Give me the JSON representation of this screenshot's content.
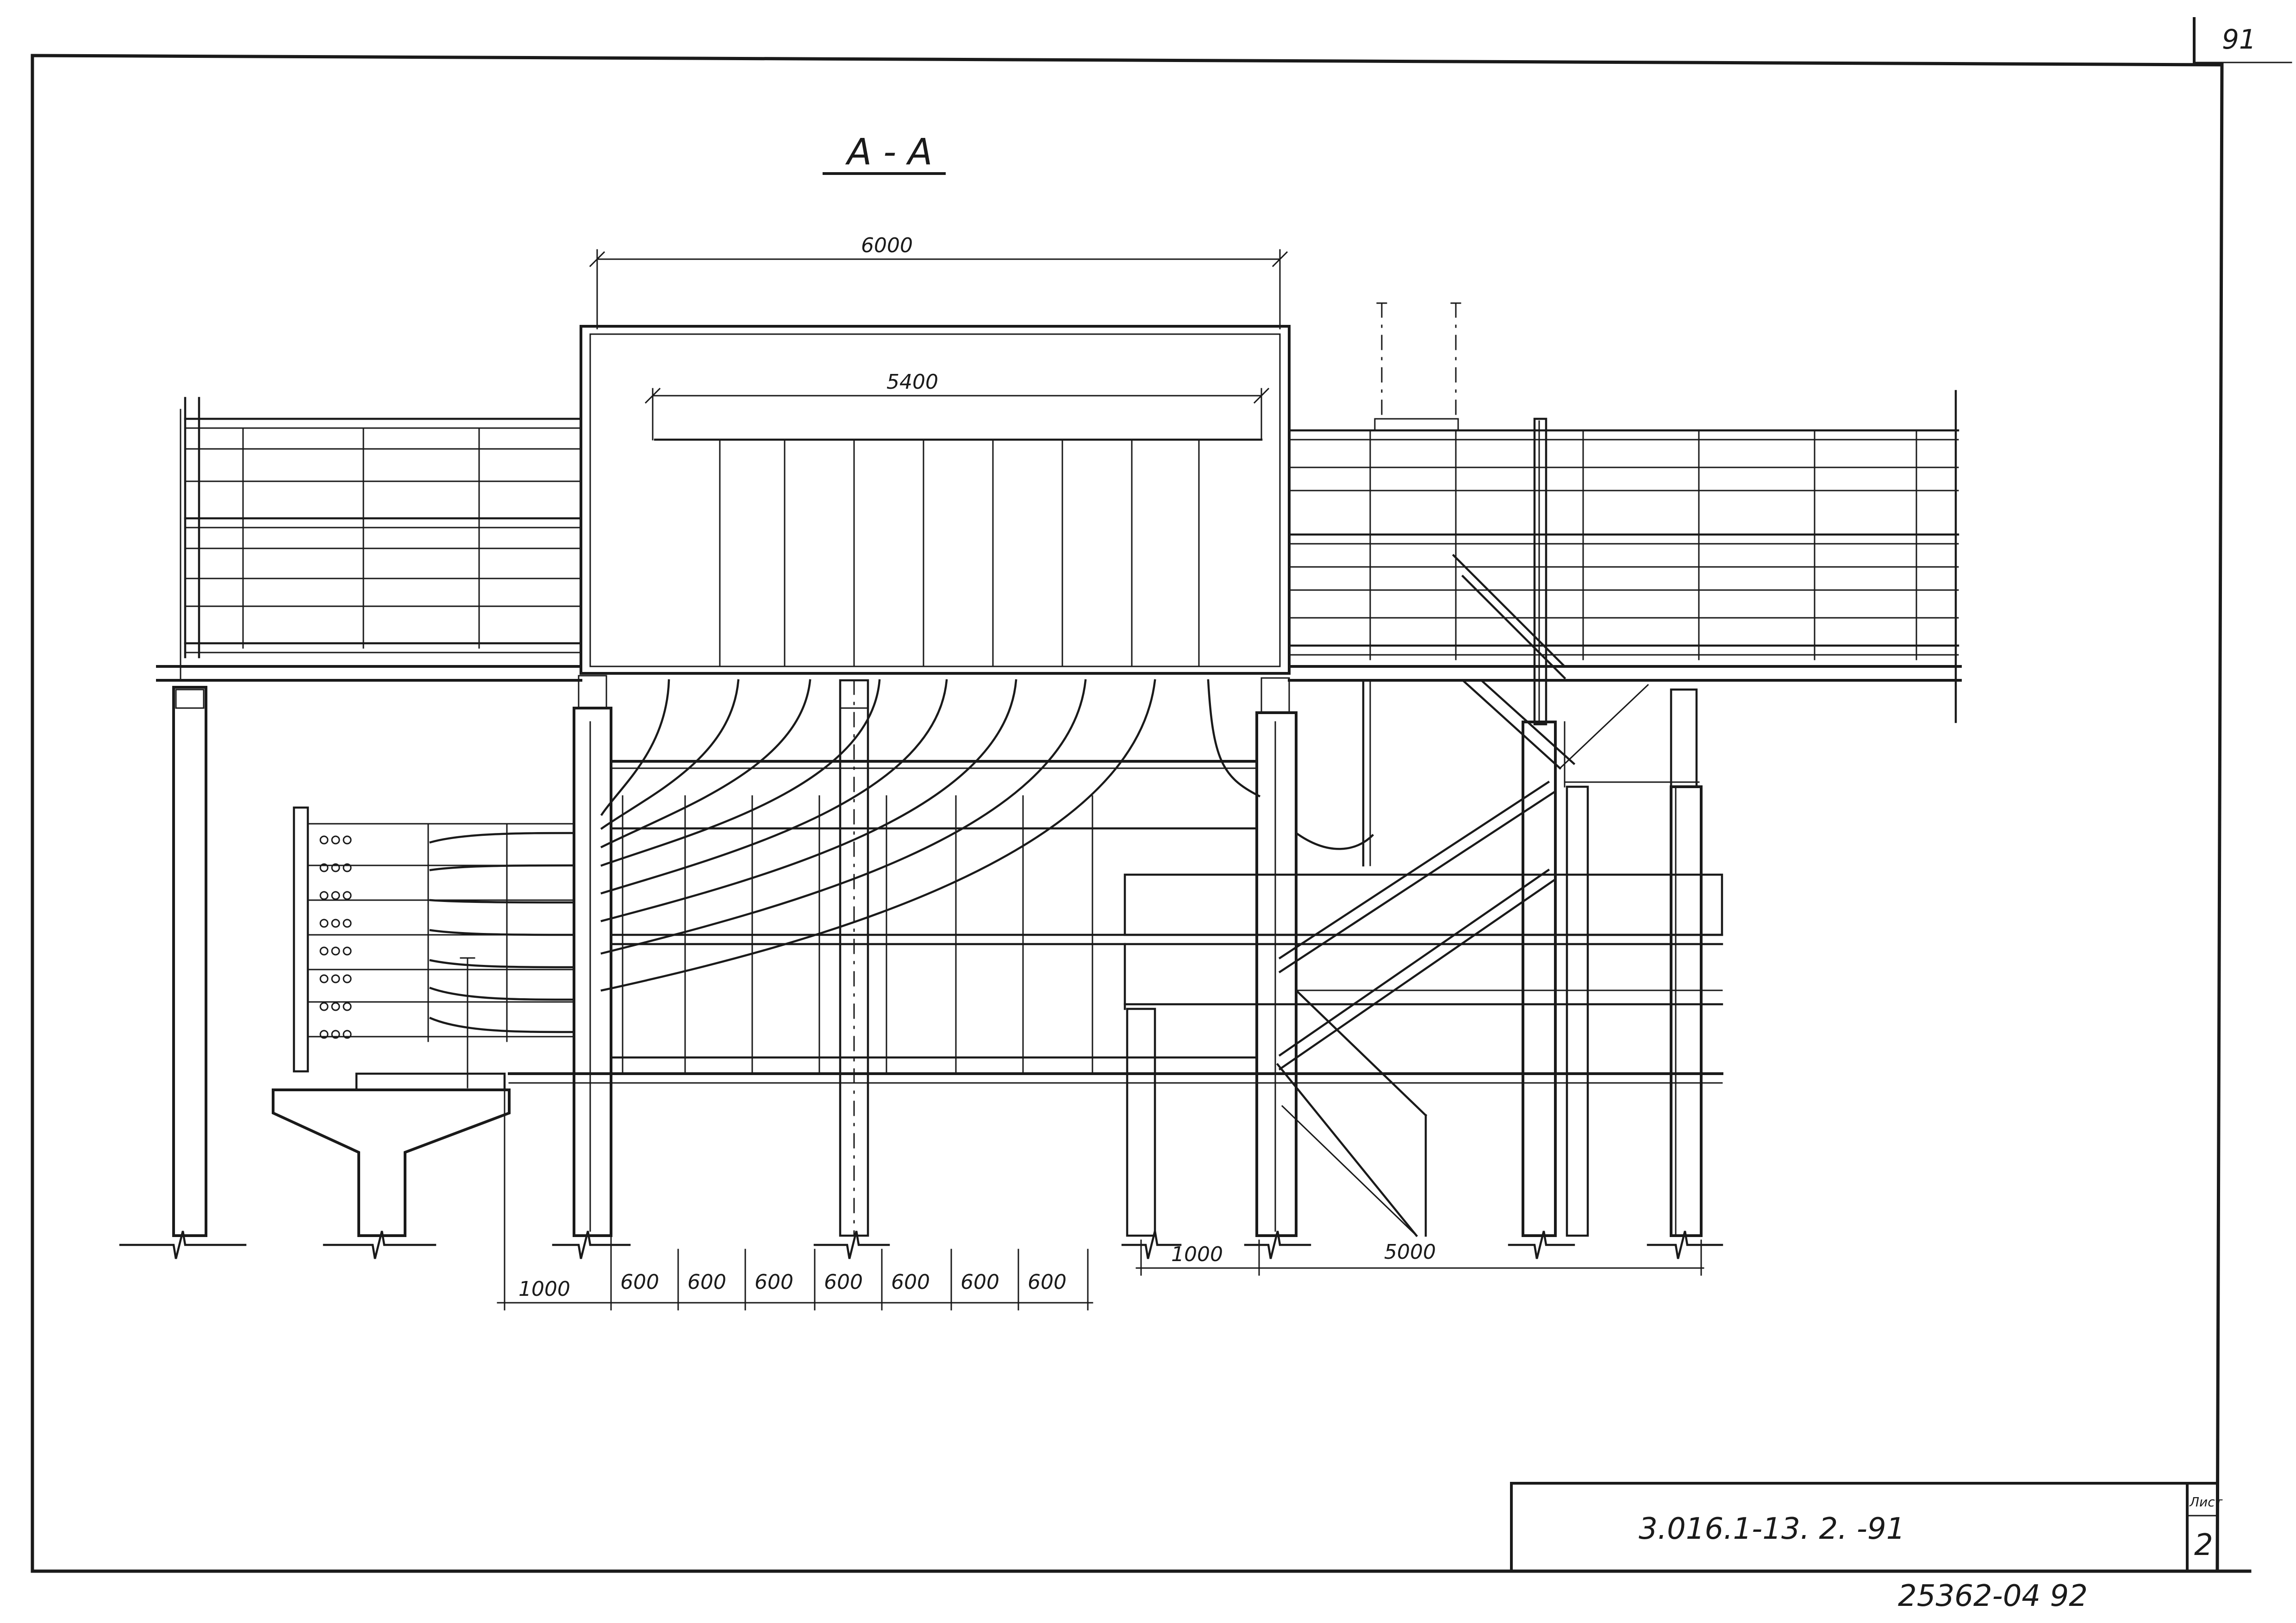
{
  "section_title": "А - А",
  "sheet_number_top": "91",
  "dimensions": {
    "overall_width": "6000",
    "inner_width": "5400",
    "bottom_left": [
      "1000",
      "600",
      "600",
      "600",
      "600",
      "600",
      "600",
      "600"
    ],
    "bottom_right": [
      "1000",
      "5000"
    ]
  },
  "title_block": {
    "document_code": "3.016.1-13. 2. -91",
    "sheet_label": "Лист",
    "sheet_value": "2"
  },
  "archive_number": "25362-04  92"
}
